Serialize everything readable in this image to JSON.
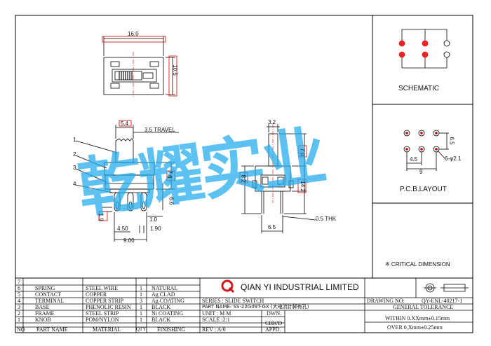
{
  "views": {
    "top": {
      "width": "16.0",
      "height": "10.5"
    },
    "side": {
      "d1": "5.4",
      "travel": "3.5 TRAVEL",
      "d2": "7.6",
      "d3": "6.6",
      "d4": "1.9",
      "d5": "1.0",
      "d6": "4.50",
      "d7": "1.90",
      "d8": "9.00",
      "callouts": [
        "1",
        "2",
        "3",
        "4"
      ]
    },
    "front": {
      "d1": "3.2",
      "d2": "7.0",
      "d3": "8.2",
      "d4": "14.2",
      "d5": "0.5 THK",
      "d6": "6.5"
    }
  },
  "schematic": {
    "title": "SCHEMATIC"
  },
  "pcb": {
    "title": "P.C.B.LAYOUT",
    "d1": "6.5",
    "d2": "4.5",
    "d3": "9",
    "hole": "6-φ2.1"
  },
  "watermark": "乾耀实业",
  "critical": "※ CRITICAL  DIMENSION",
  "bom": {
    "rows": [
      {
        "no": "7",
        "part": "",
        "material": "",
        "qty": "",
        "finish": ""
      },
      {
        "no": "6",
        "part": "SPRING",
        "material": "STEEL WIRE",
        "qty": "1",
        "finish": "NATURAL"
      },
      {
        "no": "5",
        "part": "CONTACT",
        "material": "COPPER",
        "qty": "1",
        "finish": "Ag CLAD"
      },
      {
        "no": "4",
        "part": "TERMINAL",
        "material": "COPPER STRIP",
        "qty": "3",
        "finish": "Ag COATING"
      },
      {
        "no": "3",
        "part": "BASE",
        "material": "PHENOLIC RESIN",
        "qty": "1",
        "finish": "BLACK"
      },
      {
        "no": "2",
        "part": "FRAME",
        "material": "STEEL  STRIP",
        "qty": "1",
        "finish": "Ni COATING"
      },
      {
        "no": "1",
        "part": "KNOB",
        "material": "POM/NYLON",
        "qty": "1",
        "finish": "BLACK"
      }
    ],
    "header": {
      "no": "NO",
      "part": "PART NAME",
      "material": "MATERIAL",
      "qty": "QTY",
      "finish": "FINISHING"
    }
  },
  "title_block": {
    "company": "QIAN  YI  INDUSTRIAL  LIMITED",
    "series": "SERIES : SLIDE SWITCH",
    "part_name": "PART NAME: SS-22G09T-GX (大电流针脚有孔)",
    "unit": "UNIT : M M",
    "scale": "SCALE :2:1",
    "rev": "REV   : A/0",
    "dwn": "DWN.",
    "chkd": "CHK'D",
    "appd": "APPD.",
    "drawing_no_label": "DRAWING NO:",
    "drawing_no": "QY-ENL-40217-1",
    "tol_title": "GENERAL TOLERANCE",
    "tol1": "WITHIN 0.XXmm±0.15mm",
    "tol2": "OVER    0.Xmm±0.25mm"
  }
}
